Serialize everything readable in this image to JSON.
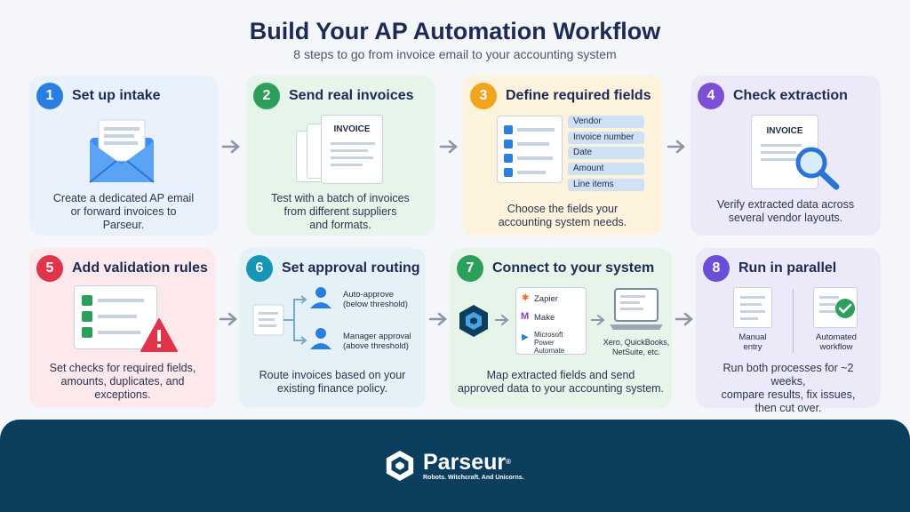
{
  "header": {
    "title": "Build Your AP Automation Workflow",
    "subtitle": "8 steps to go from invoice email to your accounting system"
  },
  "colors": {
    "step_1": "#2a7de1",
    "step_2": "#2e9e5b",
    "step_3": "#f2a51c",
    "step_4": "#7c4fd6",
    "step_5": "#e0344a",
    "step_6": "#1795b5",
    "step_7": "#2e9e5b",
    "step_8": "#6a4fd6",
    "footer": "#0b3d5c"
  },
  "steps": [
    {
      "num": "1",
      "title": "Set up intake",
      "desc_lines": [
        "Create a dedicated AP email",
        "or forward invoices to",
        "Parseur."
      ],
      "icon": "envelope-icon"
    },
    {
      "num": "2",
      "title": "Send real invoices",
      "desc_lines": [
        "Test with a batch of invoices",
        "from different suppliers",
        "and formats."
      ],
      "icon": "invoice-stack-icon",
      "doc_label": "INVOICE"
    },
    {
      "num": "3",
      "title": "Define required fields",
      "desc_lines": [
        "Choose the fields your",
        "accounting system needs."
      ],
      "icon": "checklist-icon",
      "fields": [
        "Vendor",
        "Invoice number",
        "Date",
        "Amount",
        "Line items"
      ]
    },
    {
      "num": "4",
      "title": "Check extraction",
      "desc_lines": [
        "Verify extracted data across",
        "several vendor layouts."
      ],
      "icon": "magnifier-icon",
      "doc_label": "INVOICE"
    },
    {
      "num": "5",
      "title": "Add validation rules",
      "desc_lines": [
        "Set checks for required fields,",
        "amounts, duplicates, and",
        "exceptions."
      ],
      "icon": "warning-icon"
    },
    {
      "num": "6",
      "title": "Set approval routing",
      "desc_lines": [
        "Route invoices based on your",
        "existing finance policy."
      ],
      "icon": "routing-icon",
      "routes": [
        "Auto-approve",
        "(below threshold)",
        "Manager approval",
        "(above threshold)"
      ]
    },
    {
      "num": "7",
      "title": "Connect to your system",
      "desc_lines": [
        "Map extracted fields and send",
        "approved data to your accounting system."
      ],
      "icon": "integration-icon",
      "integrations": [
        "Zapier",
        "Make",
        "Microsoft",
        "Power Automate"
      ],
      "targets": [
        "Xero, QuickBooks,",
        "NetSuite, etc."
      ]
    },
    {
      "num": "8",
      "title": "Run in parallel",
      "desc_lines": [
        "Run both processes for ~2 weeks,",
        "compare results, fix issues,",
        "then cut over."
      ],
      "icon": "parallel-icon",
      "modes": [
        "Manual",
        "entry",
        "Automated",
        "workflow"
      ]
    }
  ],
  "footer": {
    "brand": "Parseur",
    "registered": "®",
    "tagline": "Robots. Witchcraft. And Unicorns."
  }
}
